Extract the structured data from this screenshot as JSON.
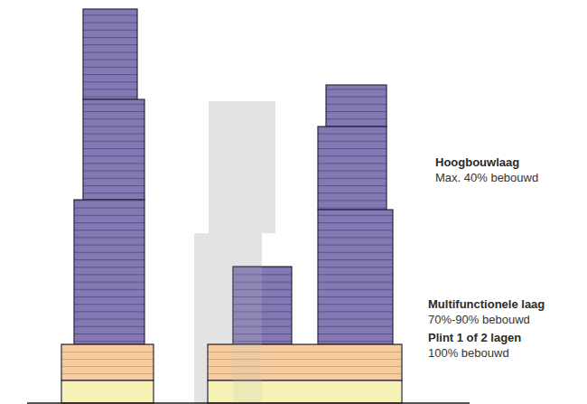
{
  "diagram": {
    "labels": [
      "Hoogbouwlaag",
      "Max. 40% bebouwd",
      "Multifunctionele laag",
      "70%-90% bebouwd",
      "Plint 1 of 2 lagen",
      "100% bebouwd"
    ]
  }
}
